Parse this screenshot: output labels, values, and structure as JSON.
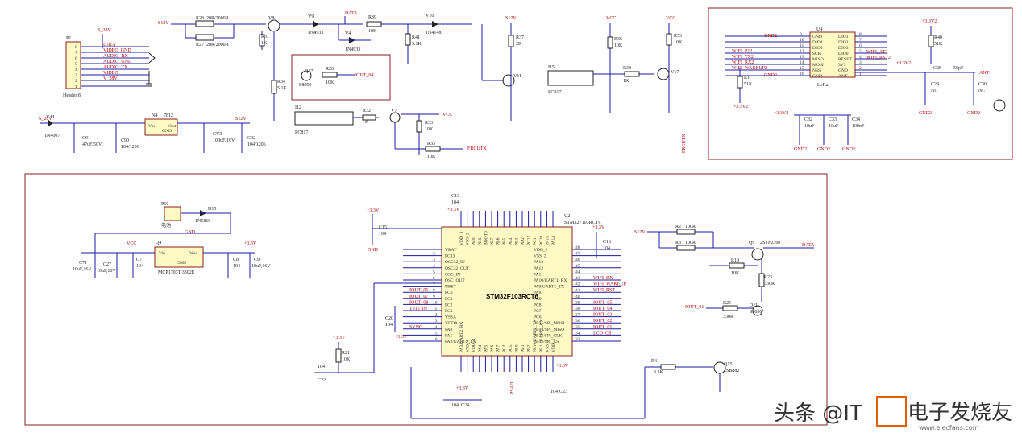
{
  "connector": {
    "ref": "P1",
    "name": "Header 8",
    "pwr": "S_28V",
    "pins": [
      "8",
      "7",
      "6",
      "5",
      "4",
      "3",
      "2",
      "1"
    ],
    "nets": [
      "DATA",
      "VIDEO_GND",
      "AUDIO_RX",
      "AUDIO_GND",
      "AUDIO_TX",
      "VIDEO",
      "V_28V",
      ""
    ]
  },
  "top_left": {
    "s28v": "S_28V",
    "v44": "V44",
    "v44_val": "1N4007",
    "c91": "C91",
    "c91_val": "47uF/50V",
    "c90": "C90",
    "c90_val": "104/1206",
    "n4": "N4",
    "n4_val": "7812",
    "vin": "Vin",
    "gnd": "GND",
    "vout": "Vout",
    "cv3": "CV3",
    "cv3_val": "100uF/16V",
    "s12v": "S12V",
    "c92": "C92",
    "c92_val": "104/1206",
    "r28": "R28",
    "r28_val": "20R/2000R",
    "r27": "R27",
    "r27_val": "20R/2000R",
    "v8": "V8",
    "r31": "R31",
    "r31_val": "1K",
    "v9": "V9",
    "v9_val": "1N4933",
    "data": "DATA",
    "v4": "V4",
    "v4_val": "1N4933",
    "r39": "R39",
    "r39_val": "10K",
    "r41": "R41",
    "r41_val": "5.1K",
    "v10": "V10",
    "v10_val": "1N4148",
    "q17": "Q17",
    "q17_val": "S8050",
    "r26": "R26",
    "r26_val": "10K",
    "iout04": "IOUT_04",
    "r34": "R34",
    "r34_val": "5.1K",
    "i12": "I12",
    "i12_val": "PC817",
    "r32": "R32",
    "r32_val": "1K",
    "v7": "V7",
    "vcc": "VCC",
    "r33": "R33",
    "r33_val": "10K",
    "r35": "R35",
    "r35_val": "10K",
    "frcutx": "FRCUTX",
    "s12v_b": "S12V",
    "r37": "R37",
    "r37_val": "2K",
    "v11": "V11",
    "i15": "I15",
    "i15_val": "PC817",
    "vcc_b": "VCC",
    "r36": "R36",
    "r36_val": "10K",
    "r38": "R38",
    "r38_val": "1K",
    "vcc_c": "VCC",
    "r53": "R53",
    "r53_val": "10K",
    "v17": "V17",
    "frcutx_v": "FRCUTX"
  },
  "lora": {
    "ref": "U4",
    "name": "LoRa",
    "gnd1": "GND2",
    "gnd2": "GND2",
    "left_nums": [
      "9",
      "10",
      "11",
      "12",
      "13",
      "14",
      "15",
      "16"
    ],
    "left_pins": [
      "GND",
      "DIO4",
      "DIO5",
      "SCK",
      "MISO",
      "MOSI",
      "NSS",
      "GND"
    ],
    "right_nums": [
      "8",
      "7",
      "6",
      "5",
      "4",
      "3",
      "2",
      "1"
    ],
    "right_pins": [
      "DIO1",
      "DIO2",
      "DIO3",
      "DIO0",
      "RESET",
      "3V3",
      "GND",
      "ANT"
    ],
    "left_nets": [
      "WIFI_P12",
      "WIFI_TX2",
      "WIFI_RX2",
      "WIFI_WAKEUP2"
    ],
    "right_nets": [
      "WIFI_AT2",
      "WIFI_RST2"
    ],
    "p33": "+3.3V2",
    "r40": "R40",
    "r40_val": "51K",
    "r1": "R1",
    "r1_val": "51K",
    "p33b": "+3.3V2",
    "c28": "C28",
    "c28_val": "56pF",
    "c29": "C29",
    "c29_val": "NC",
    "c30": "C30",
    "c30_val": "NC",
    "ant": "ANT",
    "p33c": "+3.3V2",
    "c32": "C32",
    "c32_val": "10uF",
    "c33": "C33",
    "c33_val": "10uF",
    "c34": "C34",
    "c34_val": "100nF",
    "gnd3": "GND2",
    "gnd4": "GND2",
    "gnd5": "GND2",
    "gnd6": "GND2",
    "gnd7": "GND2",
    "p33d": "+3.3V2"
  },
  "mcu": {
    "ref": "U2",
    "part": "STM32F103RCT6",
    "name": "STM32F103RCT6",
    "left_nums": [
      "1",
      "2",
      "3",
      "4",
      "5",
      "6",
      "7",
      "8",
      "9",
      "10",
      "11",
      "12",
      "13",
      "14",
      "15",
      "16"
    ],
    "left_pins": [
      "VBAT",
      "PC13",
      "OSC32_IN",
      "OSC32_OUT",
      "OSC_IN",
      "OSC_OUT",
      "NRST",
      "PC0",
      "PC1",
      "PC2",
      "PC3",
      "VSSA",
      "VDDA",
      "PA0",
      "PA1",
      "PA2/UART2_TX"
    ],
    "left_nets": [
      "",
      "",
      "",
      "",
      "",
      "",
      "",
      "IOUT_06",
      "IOUT_07",
      "IOUT_08",
      "T015_IN",
      "",
      "",
      "SYNC",
      "",
      ""
    ],
    "right_nums": [
      "48",
      "47",
      "46",
      "45",
      "44",
      "43",
      "42",
      "41",
      "40",
      "39",
      "38",
      "37",
      "36",
      "35",
      "34",
      "33"
    ],
    "right_pins": [
      "VDD_2",
      "VSS_2",
      "PA13",
      "PA12",
      "PA11",
      "PA10/UART1_RX",
      "PA9/UART1_TX",
      "PA8",
      "PC9",
      "PC8",
      "PC7",
      "PC6",
      "PB15/SPI_MOSI",
      "PB14/SPI_MISO",
      "PB13/SPI_CLK",
      "PB12/SPI_CS"
    ],
    "right_nets": [
      "",
      "",
      "",
      "",
      "",
      "WIFI_RX",
      "WIFI_WAKEUP",
      "WIFI_RST",
      "",
      "IOUT_05",
      "IOUT_04",
      "IOUT_03",
      "IOUT_02",
      "IOUT_01",
      "LCD_CS",
      ""
    ],
    "top_pins": [
      "VDD_3",
      "VSS_3",
      "PB9",
      "PB8",
      "BOOT0",
      "PB7",
      "PB6",
      "PB5",
      "PB4",
      "PB3",
      "PD2",
      "PC12",
      "PC11",
      "PC10",
      "PA15",
      "PA14"
    ],
    "bot_pins": [
      "PA3/UART2_RX",
      "VSS_4",
      "VDD_4",
      "PA4",
      "PA5",
      "PA6",
      "PA7",
      "PC4",
      "PC5",
      "PB0",
      "PB1",
      "PB2",
      "PB10/UART3_TX",
      "PB11/UART3_RX",
      "VSS_1",
      "VDD_1"
    ],
    "c13": "C13",
    "c13_val": "104",
    "p33": "+3.3V",
    "c15": "C15",
    "c15_val": "104",
    "gnd": "GND",
    "c16": "C16",
    "c16_val": "104",
    "p33b": "+3.3V",
    "c20": "C20",
    "c20_val": "104",
    "p33c": "+3.3V",
    "r21": "R21",
    "r21_val": "10K",
    "p33d": "+3.3V",
    "c22": "C22",
    "c22_val": "104",
    "p33e": "+3.3V",
    "c24": "C24",
    "c24_val": "104",
    "c23": "C23",
    "c23_val": "104",
    "p33f": "+3.3V",
    "psad": "PSAD"
  },
  "bottom_left": {
    "p10": "P10",
    "p10_val": "电池",
    "gnd": "GND",
    "d15": "D15",
    "d15_val": "1N5819",
    "q4": "Q4",
    "vin": "Vin",
    "vout": "Vout",
    "gnd2": "GND",
    "q4_val": "MCP1703T-3302E",
    "vcc": "VCC",
    "p33": "+3.3V",
    "c71": "C71",
    "c71_val": "10uF,16V",
    "c27": "C27",
    "c27_val": "10uF,16V",
    "c7": "C7",
    "c7_val": "104",
    "c8": "C8",
    "c8_val": "104",
    "c9": "C9",
    "c9_val": "10uF,16V"
  },
  "bottom_right": {
    "s12v": "S12V",
    "r2": "R2",
    "r2_val": "100R",
    "r3": "R3",
    "r3_val": "100R",
    "q9": "Q9",
    "q9_val": "2STF2360",
    "data": "DATA",
    "r19": "R19",
    "r19_val": "10K",
    "r23": "R23",
    "r23_val": "330R",
    "iout01": "IOUT_01",
    "r25": "R25",
    "r25_val": "330R",
    "q11": "Q11",
    "q11_val": "S8050",
    "r4": "R4",
    "r4_val": "3.3K",
    "q15": "Q15",
    "q15_val": "2SB882"
  },
  "watermark": {
    "main": "头条 @IT",
    "brand": "电子发烧友",
    "url": "www.elecfans.com"
  }
}
